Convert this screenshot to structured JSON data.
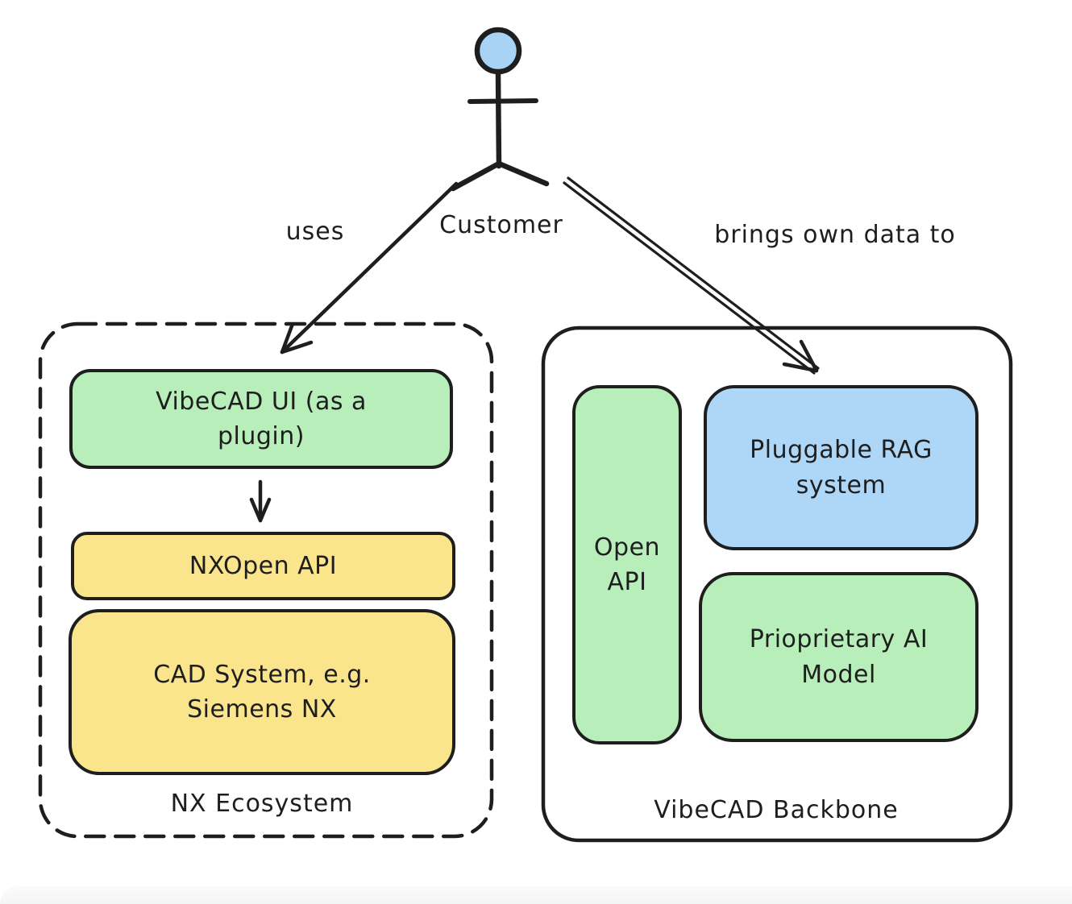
{
  "actor": {
    "label": "Customer"
  },
  "edges": {
    "uses_label": "uses",
    "brings_label": "brings own data to"
  },
  "nx": {
    "title": "NX Ecosystem",
    "nodes": {
      "ui": "VibeCAD UI (as a plugin)",
      "api": "NXOpen API",
      "cad": "CAD System, e.g. Siemens NX"
    }
  },
  "backbone": {
    "title": "VibeCAD Backbone",
    "nodes": {
      "open_api": "Open API",
      "rag": "Pluggable RAG system",
      "model": "Prioprietary AI Model"
    }
  },
  "colors": {
    "stroke": "#1e1e1e",
    "green_fill": "#b7eeb9",
    "yellow_fill": "#fae58c",
    "blue_fill": "#aed7f7",
    "canvas": "#ffffff"
  }
}
